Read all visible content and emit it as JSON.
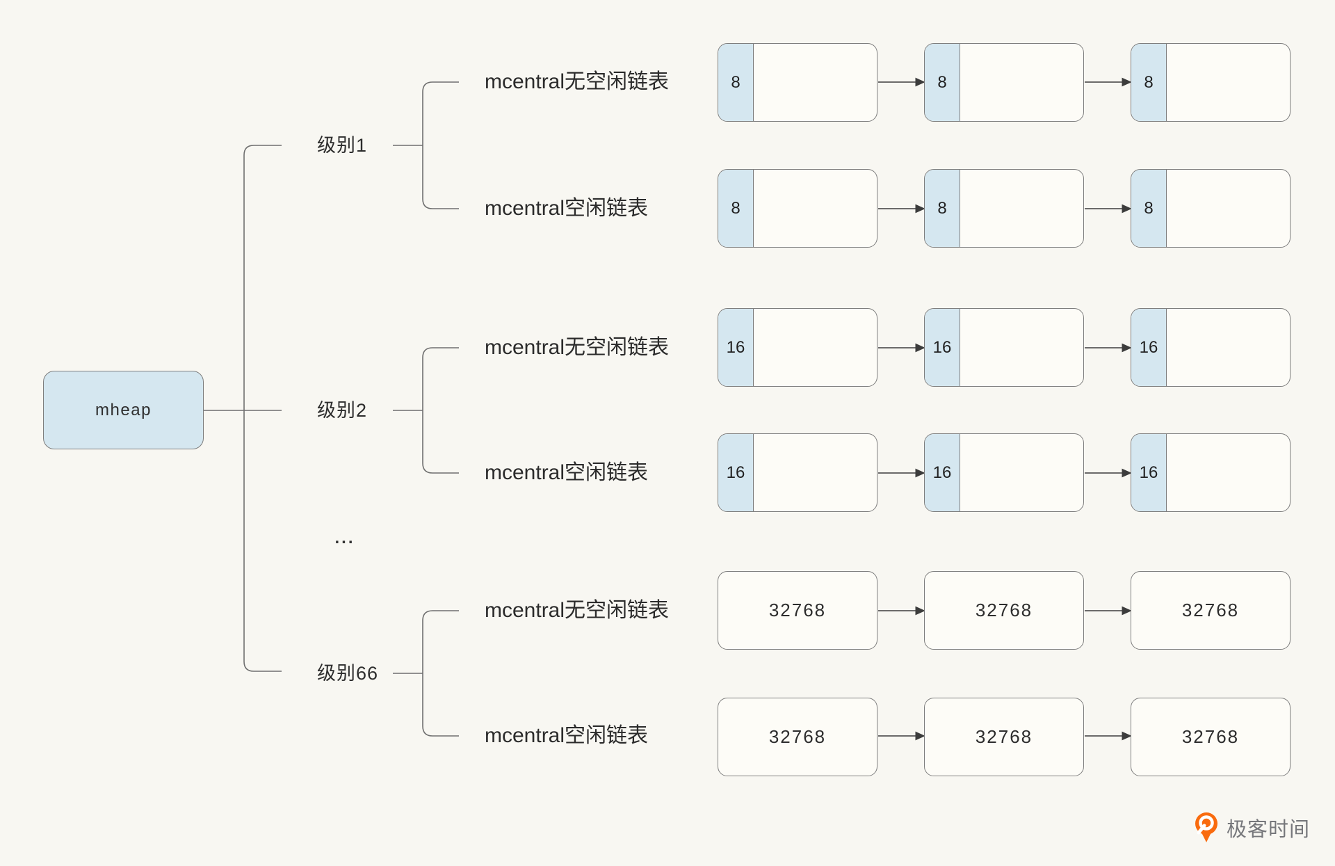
{
  "colors": {
    "background": "#f8f7f2",
    "node_fill": "#fdfcf7",
    "node_border": "#7e7e7e",
    "section_blue": "#d5e7f0",
    "tree_line": "#6f6f6f",
    "arrow": "#3c3c3c",
    "text": "#2b2b2b",
    "logo_orange": "#f96b0e",
    "logo_text_gray": "#76777b"
  },
  "root": {
    "label": "mheap"
  },
  "levels": [
    {
      "label": "级别1",
      "children": [
        {
          "label": "mcentral无空闲链表",
          "nodes": [
            "8",
            "8",
            "8"
          ]
        },
        {
          "label": "mcentral空闲链表",
          "nodes": [
            "8",
            "8",
            "8"
          ]
        }
      ]
    },
    {
      "label": "级别2",
      "children": [
        {
          "label": "mcentral无空闲链表",
          "nodes": [
            "16",
            "16",
            "16"
          ]
        },
        {
          "label": "mcentral空闲链表",
          "nodes": [
            "16",
            "16",
            "16"
          ]
        }
      ]
    },
    {
      "label": "级别66",
      "children": [
        {
          "label": "mcentral无空闲链表",
          "nodes": [
            "32768",
            "32768",
            "32768"
          ]
        },
        {
          "label": "mcentral空闲链表",
          "nodes": [
            "32768",
            "32768",
            "32768"
          ]
        }
      ]
    }
  ],
  "ellipsis": "...",
  "logo": {
    "brand": "极客时间"
  }
}
